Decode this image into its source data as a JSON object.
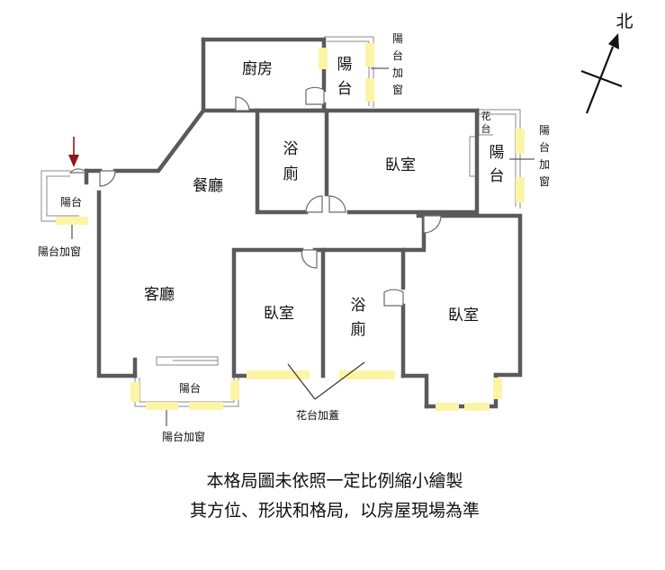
{
  "rooms": {
    "kitchen": "廚房",
    "balcony_top": [
      "陽",
      "台"
    ],
    "bath_1": [
      "浴",
      "廁"
    ],
    "bedroom_top": "臥室",
    "flower_bed_label": [
      "花",
      "台"
    ],
    "balcony_right": [
      "陽",
      "台"
    ],
    "dining": "餐廳",
    "balcony_left": "陽台",
    "living": "客廳",
    "bedroom_mid": "臥室",
    "bath_2": [
      "浴",
      "廁"
    ],
    "bedroom_right": "臥室",
    "balcony_bottom": "陽台"
  },
  "notes": {
    "balcony_window_top": [
      "陽",
      "台",
      "加",
      "窗"
    ],
    "balcony_window_right": [
      "陽",
      "台",
      "加",
      "窗"
    ],
    "balcony_window_left": "陽台加窗",
    "balcony_window_bottom": "陽台加窗",
    "flower_bed_cover": "花台加蓋"
  },
  "compass": {
    "north": "北"
  },
  "caption": {
    "line1": "本格局圖未依照一定比例縮小繪製",
    "line2": "其方位、形狀和格局,  以房屋現場為準"
  },
  "colors": {
    "wall": "#5a5a5a",
    "window": "#fdf5a6",
    "arrow": "#8b1a1a"
  }
}
